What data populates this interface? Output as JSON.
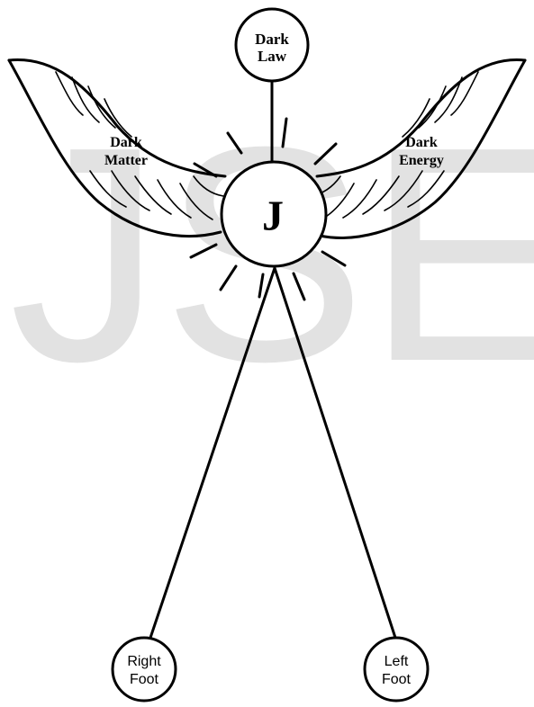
{
  "watermark": "JSER",
  "nodes": {
    "top": {
      "line1": "Dark",
      "line2": "Law"
    },
    "center": {
      "label": "J"
    },
    "right_foot": {
      "line1": "Right",
      "line2": "Foot"
    },
    "left_foot": {
      "line1": "Left",
      "line2": "Foot"
    }
  },
  "wings": {
    "left": {
      "line1": "Dark",
      "line2": "Matter"
    },
    "right": {
      "line1": "Dark",
      "line2": "Energy"
    }
  }
}
